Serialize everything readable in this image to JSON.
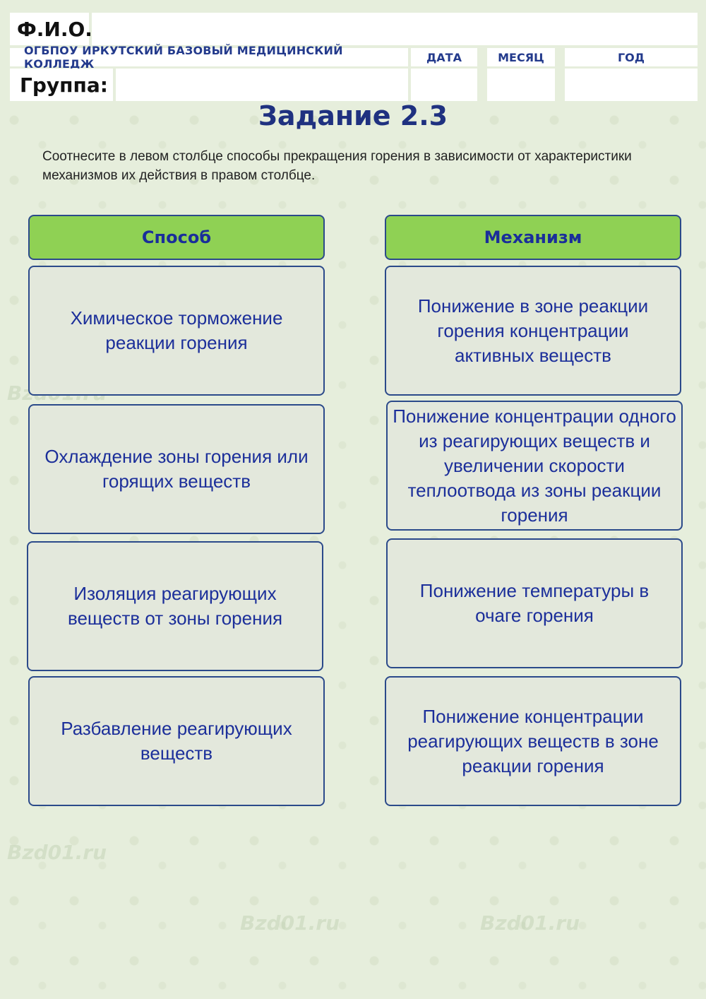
{
  "header": {
    "fio_label": "Ф.И.О.",
    "college": "ОГБПОУ ИРКУТСКИЙ БАЗОВЫЙ МЕДИЦИНСКИЙ КОЛЛЕДЖ",
    "date_label": "ДАТА",
    "month_label": "МЕСЯЦ",
    "year_label": "ГОД",
    "group_label": "Группа:"
  },
  "watermark": "Bzd01.ru",
  "title": "Задание 2.3",
  "instructions": "Соотнесите в левом столбце способы прекращения горения в зависимости от характеристики механизмов их действия в правом столбце.",
  "columns": {
    "left_header": "Способ",
    "right_header": "Механизм"
  },
  "methods": [
    "Химическое торможение реакции горения",
    "Охлаждение зоны горения или горящих веществ",
    "Изоляция реагирующих веществ от зоны горения",
    "Разбавление реагирующих веществ"
  ],
  "mechanisms": [
    "Понижение в зоне реакции горения концентрации активных веществ",
    "Понижение концентрации одного из реагирующих веществ и увеличении скорости теплоотвода из зоны реакции горения",
    "Понижение температуры в очаге горения",
    "Понижение концентрации реагирующих веществ в зоне реакции горения"
  ]
}
